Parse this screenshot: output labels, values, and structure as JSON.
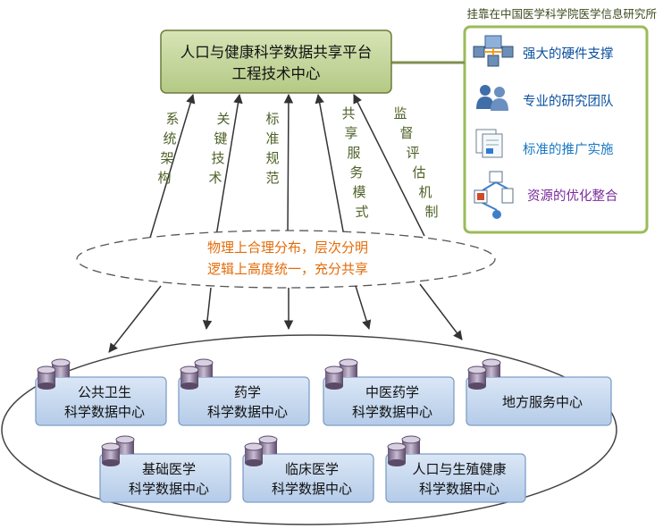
{
  "affiliation": "挂靠在中国医学科学院医学信息研究所",
  "center_box": {
    "line1": "人口与健康科学数据共享平台",
    "line2": "工程技术中心"
  },
  "support_items": [
    {
      "label": "强大的硬件支撑",
      "icon": "hardware-network-icon",
      "color": "#0a4f9e"
    },
    {
      "label": "专业的研究团队",
      "icon": "team-people-icon",
      "color": "#0a4f9e"
    },
    {
      "label": "标准的推广实施",
      "icon": "standard-document-icon",
      "color": "#1a78c2"
    },
    {
      "label": "资源的优化整合",
      "icon": "resource-integration-icon",
      "color": "#7a2a9a"
    }
  ],
  "connector_labels": [
    {
      "text": "系统架构"
    },
    {
      "text": "关键技术"
    },
    {
      "text": "标准规范"
    },
    {
      "text": "共享服务模式"
    },
    {
      "text": "监督评估机制"
    }
  ],
  "principle": {
    "line1": "物理上合理分布，层次分明",
    "line2": "逻辑上高度统一，充分共享"
  },
  "data_centers": [
    {
      "line1": "公共卫生",
      "line2": "科学数据中心"
    },
    {
      "line1": "药学",
      "line2": "科学数据中心"
    },
    {
      "line1": "中医药学",
      "line2": "科学数据中心"
    },
    {
      "line1": "地方服务中心",
      "line2": ""
    },
    {
      "line1": "基础医学",
      "line2": "科学数据中心"
    },
    {
      "line1": "临床医学",
      "line2": "科学数据中心"
    },
    {
      "line1": "人口与生殖健康",
      "line2": "科学数据中心"
    }
  ],
  "colors": {
    "center_fill": "#c4d79b",
    "center_border": "#6b7a3a",
    "support_border": "#9bbb59",
    "label_text": "#4f6228",
    "principle_text": "#e36c0a",
    "box_fill": "#c6d9f1",
    "box_border": "#7f9ec6"
  }
}
